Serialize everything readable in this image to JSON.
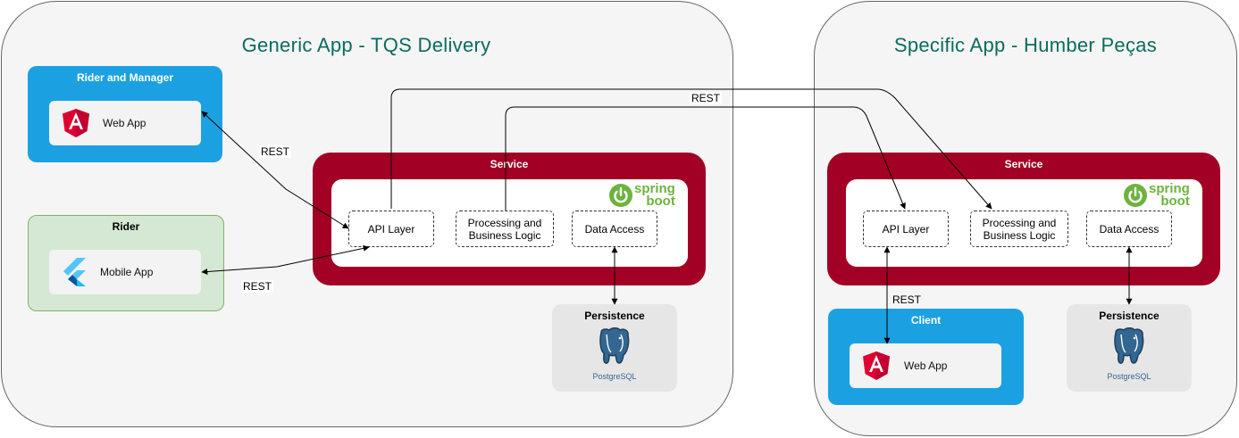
{
  "generic": {
    "title": "Generic App - TQS Delivery",
    "rider_manager": {
      "title": "Rider and Manager",
      "app_label": "Web App"
    },
    "rider": {
      "title": "Rider",
      "app_label": "Mobile App"
    },
    "service": {
      "title": "Service",
      "layers": {
        "api": "API Layer",
        "processing": "Processing and Business Logic",
        "data": "Data Access"
      },
      "logo": {
        "top": "spring",
        "bottom": "boot"
      }
    },
    "persistence": {
      "title": "Persistence",
      "db_logo": "PostgreSQL"
    }
  },
  "specific": {
    "title": "Specific App - Humber Peças",
    "service": {
      "title": "Service",
      "layers": {
        "api": "API Layer",
        "processing": "Processing and Business Logic",
        "data": "Data Access"
      },
      "logo": {
        "top": "spring",
        "bottom": "boot"
      }
    },
    "client": {
      "title": "Client",
      "app_label": "Web App"
    },
    "persistence": {
      "title": "Persistence",
      "db_logo": "PostgreSQL"
    }
  },
  "edges": {
    "web_to_api": "REST",
    "mobile_to_api": "REST",
    "cross_service": "REST",
    "client_to_api": "REST"
  },
  "colors": {
    "region_bg": "#f5f5f5",
    "title_teal": "#0b6b5f",
    "blue_box": "#1ba1e2",
    "green_box": "#d5e8d4",
    "service_red": "#a20025",
    "persistence_gray": "#e6e6e6",
    "angular_red": "#dd0031",
    "spring_green": "#6db33f",
    "postgres_blue": "#336791"
  },
  "icons": [
    "angular-icon",
    "flutter-icon",
    "spring-boot-logo",
    "postgresql-logo"
  ]
}
